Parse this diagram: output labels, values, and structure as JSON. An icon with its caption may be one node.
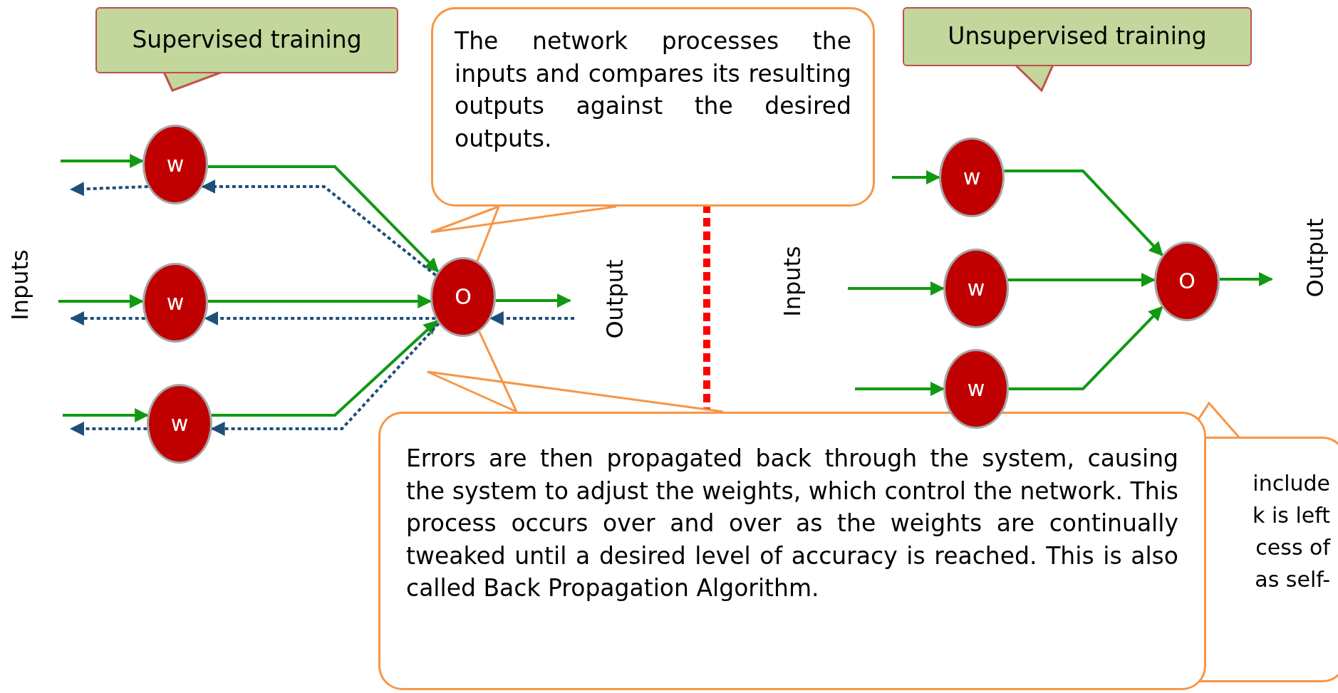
{
  "diagram": {
    "nodes": [
      {
        "text": [
          "Supervised training"
        ]
      },
      {
        "text": [
          "The network processes the inputs and compares its resulting outputs against the desired outputs."
        ]
      },
      {
        "text": [
          "Unsupervised training"
        ]
      },
      {
        "text": [
          "w"
        ]
      },
      {
        "text": [
          "w"
        ]
      },
      {
        "text": [
          "w"
        ]
      },
      {
        "text": [
          "O"
        ]
      },
      {
        "text": [
          "w"
        ]
      },
      {
        "text": [
          "w"
        ]
      },
      {
        "text": [
          "w"
        ]
      },
      {
        "text": [
          "O"
        ]
      },
      {
        "text": [
          "Errors are then propagated back through the system, causing the system to adjust the weights, which control the network. This process occurs over and over as the weights are continually tweaked until a desired level of accuracy is reached. This is also called Back Propagation Algorithm."
        ]
      },
      {
        "text": [
          "include k is left cess of as self-"
        ]
      }
    ],
    "edges": [
      {
        "from": null,
        "to": 3,
        "arrow": "to"
      },
      {
        "from": null,
        "to": 4,
        "arrow": "to"
      },
      {
        "from": null,
        "to": 5,
        "arrow": "to"
      },
      {
        "from": 3,
        "to": 6,
        "arrow": "to"
      },
      {
        "from": 4,
        "to": 6,
        "arrow": "to"
      },
      {
        "from": 5,
        "to": 6,
        "arrow": "to"
      },
      {
        "from": 6,
        "to": null,
        "arrow": "to"
      },
      {
        "from": null,
        "to": 6,
        "arrow": "to",
        "style": "dashed",
        "color": "#1f4e79"
      },
      {
        "from": 6,
        "to": 3,
        "arrow": "to",
        "style": "dashed",
        "color": "#1f4e79"
      },
      {
        "from": 6,
        "to": 4,
        "arrow": "to",
        "style": "dashed",
        "color": "#1f4e79"
      },
      {
        "from": 6,
        "to": 5,
        "arrow": "to",
        "style": "dashed",
        "color": "#1f4e79"
      },
      {
        "from": 3,
        "to": null,
        "arrow": "to",
        "style": "dashed",
        "color": "#1f4e79"
      },
      {
        "from": 4,
        "to": null,
        "arrow": "to",
        "style": "dashed",
        "color": "#1f4e79"
      },
      {
        "from": 5,
        "to": null,
        "arrow": "to",
        "style": "dashed",
        "color": "#1f4e79"
      },
      {
        "from": null,
        "to": 7,
        "arrow": "to"
      },
      {
        "from": null,
        "to": 8,
        "arrow": "to"
      },
      {
        "from": null,
        "to": 9,
        "arrow": "to"
      },
      {
        "from": 7,
        "to": 10,
        "arrow": "to"
      },
      {
        "from": 8,
        "to": 10,
        "arrow": "to"
      },
      {
        "from": 9,
        "to": 10,
        "arrow": "to"
      },
      {
        "from": 10,
        "to": null,
        "arrow": "to"
      },
      {
        "from": 1,
        "to": 6,
        "arrow": "none",
        "color": "#f79646"
      },
      {
        "from": 11,
        "to": 6,
        "arrow": "none",
        "color": "#f79646"
      }
    ],
    "labels": [
      "Inputs",
      "Output",
      "Inputs",
      "Output"
    ]
  }
}
